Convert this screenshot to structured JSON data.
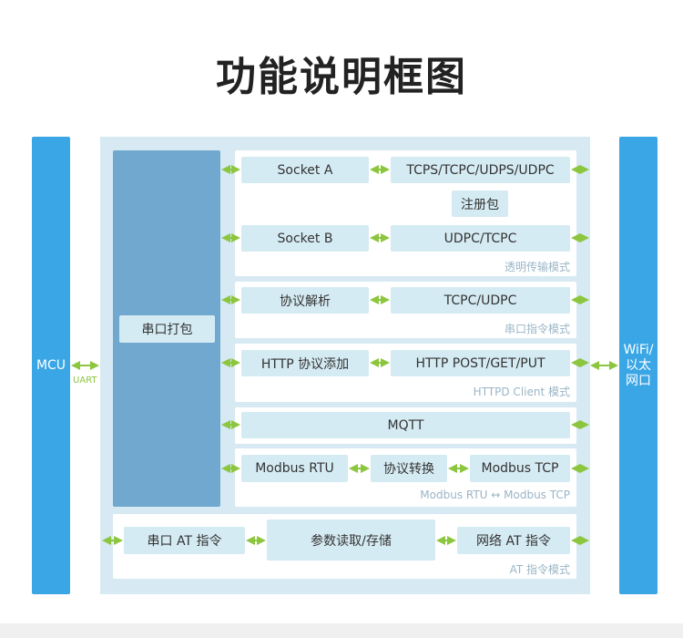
{
  "title": "功能说明框图",
  "left_side": {
    "label": "MCU",
    "link_label": "UART"
  },
  "right_side": {
    "label": "WiFi/\n以太\n网口"
  },
  "uart_pack": {
    "label": "串口打包"
  },
  "transparent_mode": {
    "socket_a": "Socket A",
    "protocols_a": "TCPS/TCPC/UDPS/UDPC",
    "register_packet": "注册包",
    "socket_b": "Socket B",
    "protocols_b": "UDPC/TCPC",
    "mode_label": "透明传输模式"
  },
  "serial_command_mode": {
    "parse": "协议解析",
    "protocols": "TCPC/UDPC",
    "mode_label": "串口指令模式"
  },
  "httpd_client_mode": {
    "add_protocol": "HTTP 协议添加",
    "methods": "HTTP POST/GET/PUT",
    "mode_label": "HTTPD Client 模式"
  },
  "mqtt": {
    "label": "MQTT"
  },
  "modbus_mode": {
    "rtu": "Modbus RTU",
    "convert": "协议转换",
    "tcp": "Modbus TCP",
    "mode_label": "Modbus RTU ↔ Modbus TCP"
  },
  "at_mode": {
    "serial_at": "串口 AT 指令",
    "params": "参数读取/存储",
    "network_at": "网络 AT 指令",
    "mode_label": "AT 指令模式"
  },
  "colors": {
    "side_blue": "#3aa6e6",
    "pack_blue": "#70a8cf",
    "box_bg": "#d5ebf3",
    "arrow_green": "#8cc63f",
    "outer_bg": "#d7e9f3"
  }
}
